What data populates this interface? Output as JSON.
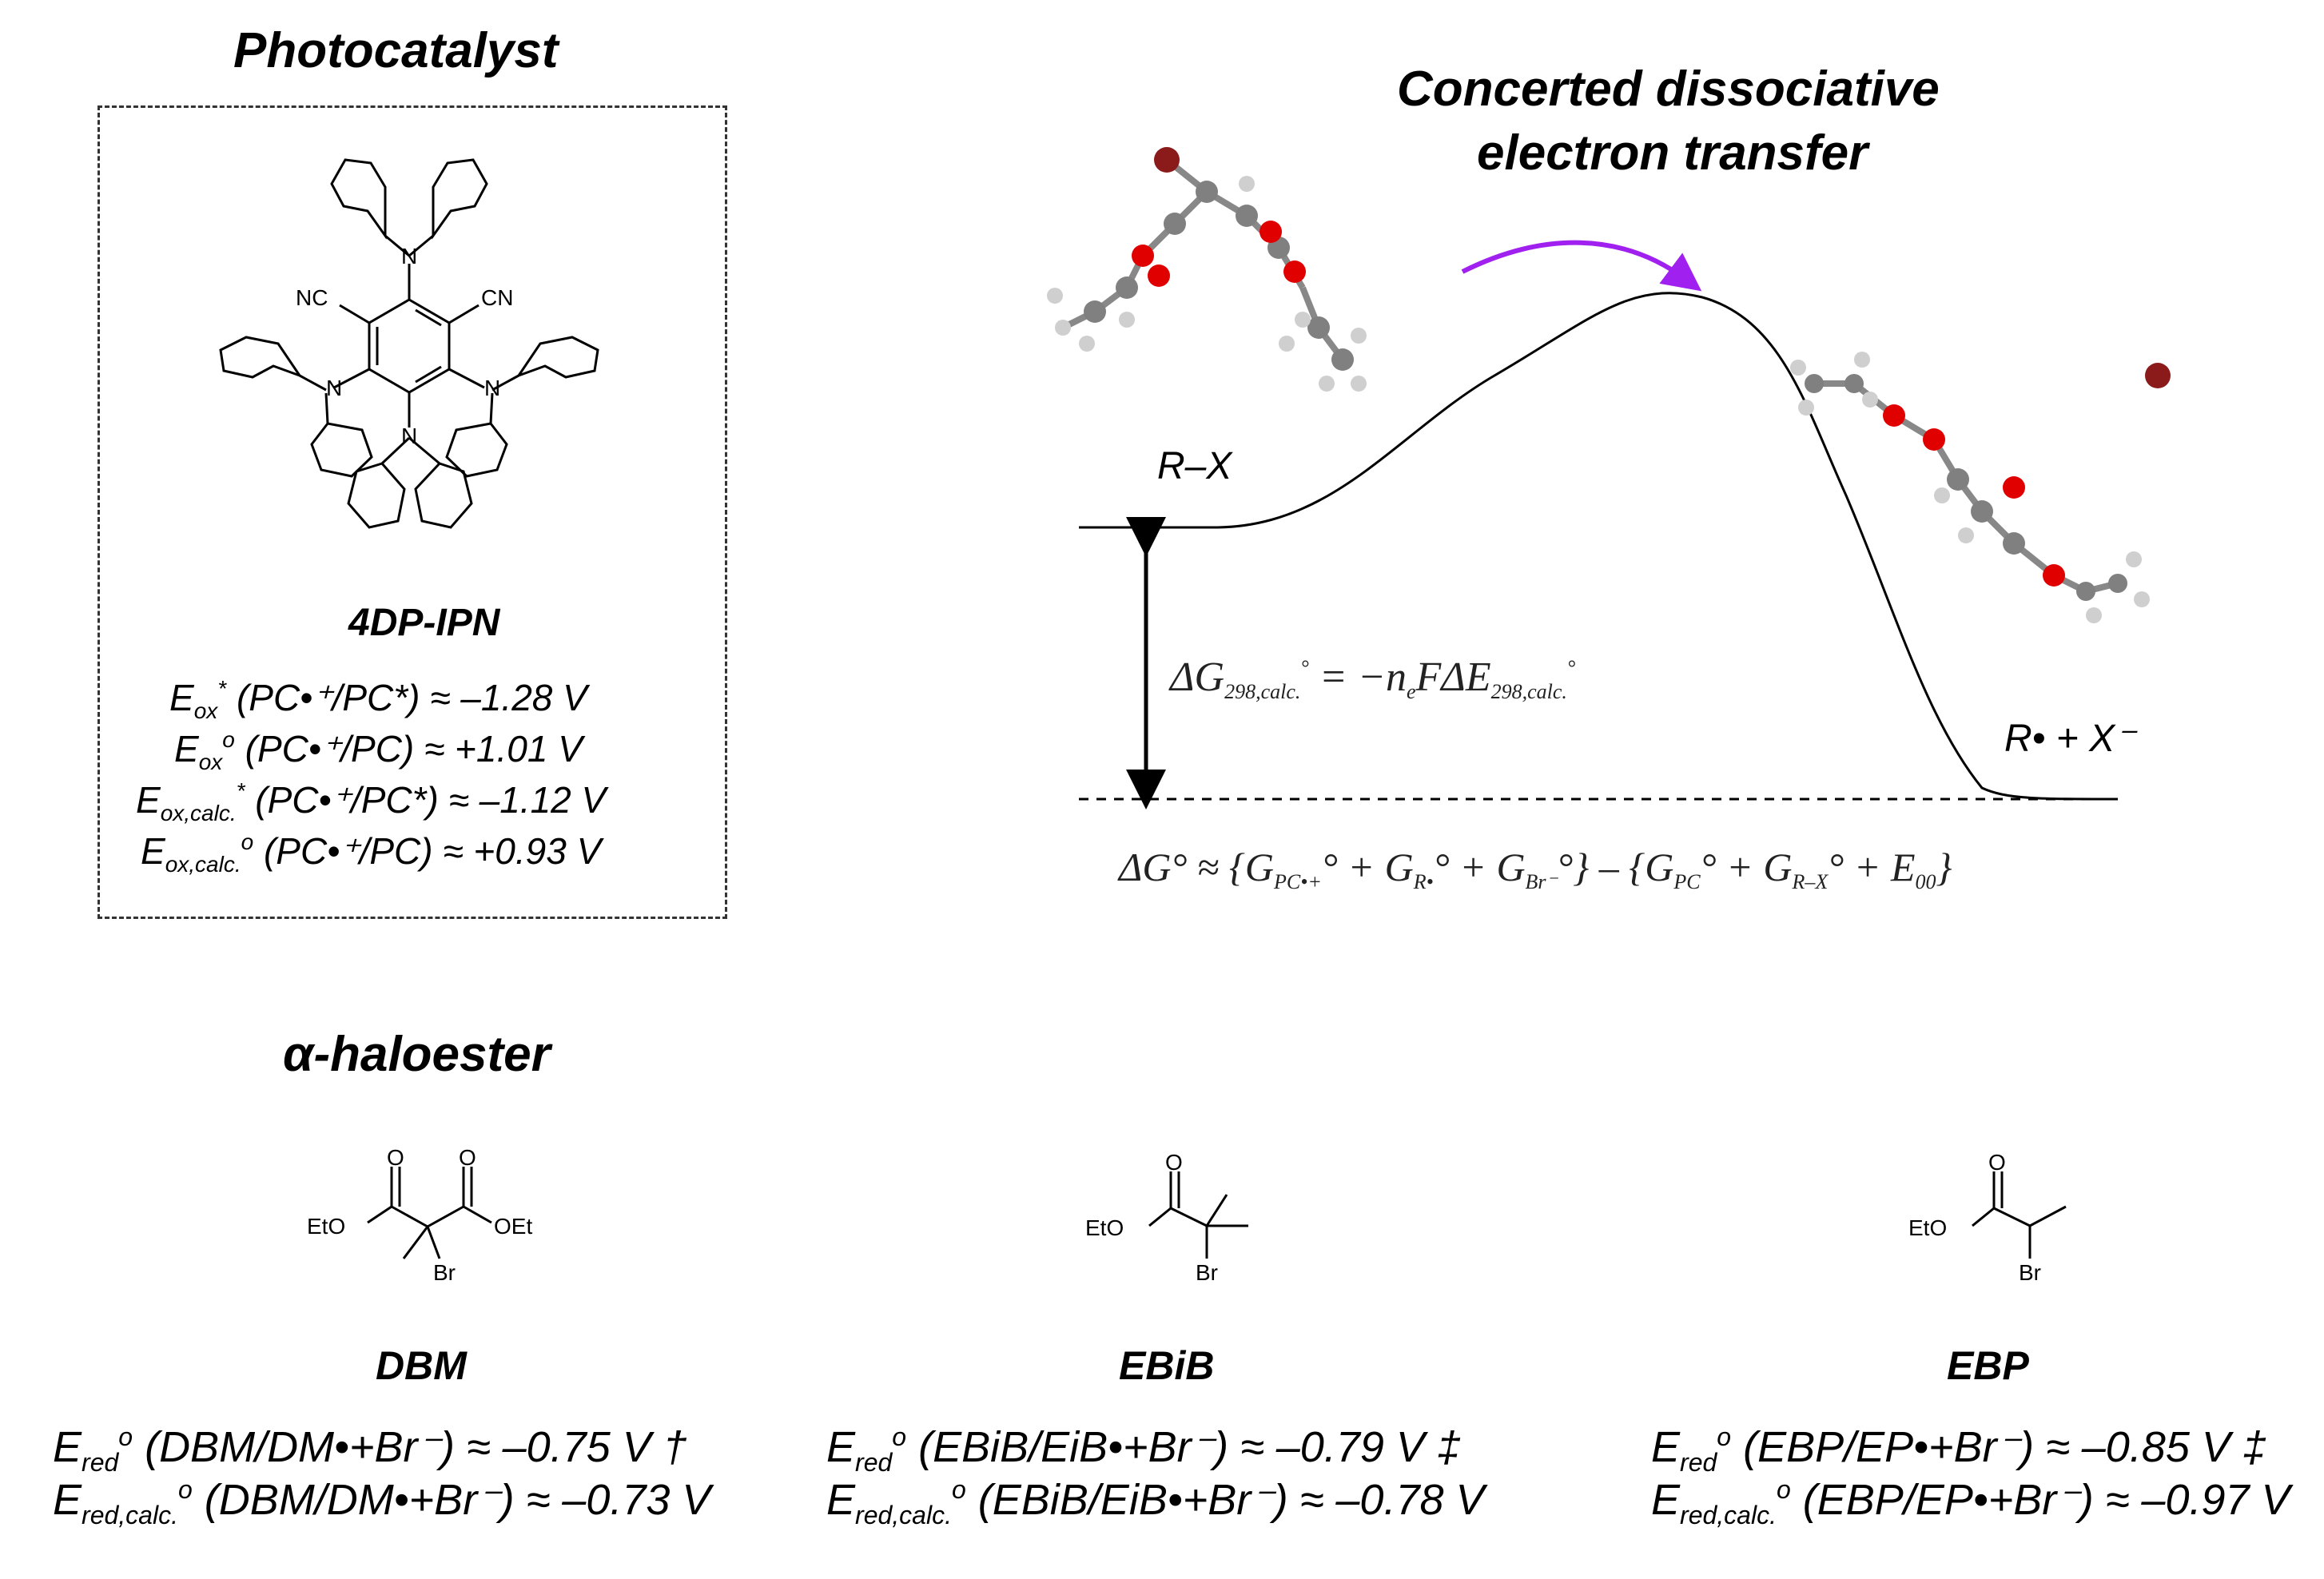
{
  "photocatalyst": {
    "title": "Photocatalyst",
    "name": "4DP-IPN",
    "substituents": {
      "nitrile": "CN",
      "nitrile_left": "NC",
      "amine": "N"
    },
    "eq1": {
      "E": "E",
      "sub": "ox",
      "sup": "*",
      "rest": " (PC•⁺/PC*) ≈ –1.28 V"
    },
    "eq2": {
      "E": "E",
      "sub": "ox",
      "sup": "o",
      "rest": " (PC•⁺/PC) ≈ +1.01 V"
    },
    "eq3": {
      "E": "E",
      "sub": "ox,calc.",
      "sup": "*",
      "rest": " (PC•⁺/PC*) ≈ –1.12 V"
    },
    "eq4": {
      "E": "E",
      "sub": "ox,calc.",
      "sup": "o",
      "rest": " (PC•⁺/PC) ≈ +0.93 V"
    }
  },
  "mechanism": {
    "title_line1": "Concerted dissociative",
    "title_line2": "electron transfer",
    "reactant_label": "R–X",
    "product_label": "R• + X⁻",
    "dg_eq": {
      "lhs": "ΔG",
      "lhs_sub": "298,calc.",
      "lhs_sup": "°",
      "mid": " = −n",
      "mid_sub": "e",
      "rhs": "FΔE",
      "rhs_sub": "298,calc.",
      "rhs_sup": "°"
    },
    "dg_full": {
      "lhs": "ΔG° ≈ {G",
      "s1": "PC•+",
      "t1": "° + G",
      "s2": "R•",
      "t2": "° + G",
      "s3": "Br⁻",
      "t3": "°} – {G",
      "s4": "PC",
      "t4": "° + G",
      "s5": "R–X",
      "t5": "° + E",
      "s6": "00",
      "t6": "}"
    }
  },
  "haloester": {
    "title": "α-haloester",
    "atoms": {
      "oxygen": "O",
      "ethoxy": "EtO",
      "ethoxy_right": "OEt",
      "bromine": "Br"
    },
    "compounds": [
      {
        "name": "DBM",
        "eq1": {
          "E": "E",
          "sub": "red",
          "sup": "o",
          "rest": " (DBM/DM•+Br⁻) ≈ –0.75 V †"
        },
        "eq2": {
          "E": "E",
          "sub": "red,calc.",
          "sup": "o",
          "rest": " (DBM/DM•+Br⁻) ≈ –0.73 V"
        }
      },
      {
        "name": "EBiB",
        "eq1": {
          "E": "E",
          "sub": "red",
          "sup": "o",
          "rest": " (EBiB/EiB•+Br⁻) ≈ –0.79 V ‡"
        },
        "eq2": {
          "E": "E",
          "sub": "red,calc.",
          "sup": "o",
          "rest": " (EBiB/EiB•+Br⁻) ≈ –0.78 V"
        }
      },
      {
        "name": "EBP",
        "eq1": {
          "E": "E",
          "sub": "red",
          "sup": "o",
          "rest": " (EBP/EP•+Br⁻) ≈ –0.85 V ‡"
        },
        "eq2": {
          "E": "E",
          "sub": "red,calc.",
          "sup": "o",
          "rest": " (EBP/EP•+Br⁻) ≈ –0.97 V"
        }
      }
    ]
  },
  "colors": {
    "arrow": "#a020f0",
    "bromine": "#8b1a1a",
    "oxygen": "#e00000",
    "carbon": "#808080",
    "hydrogen": "#cfcfcf"
  }
}
